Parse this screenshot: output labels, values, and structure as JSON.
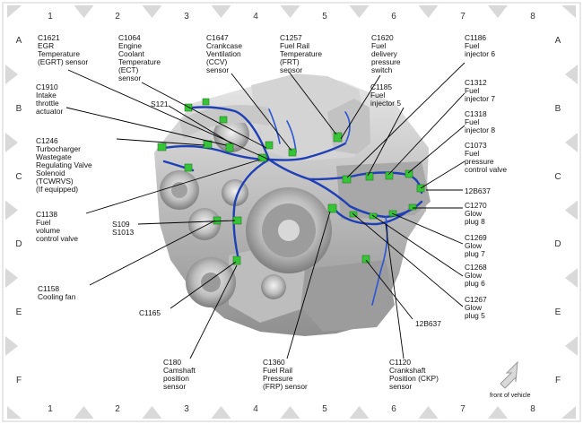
{
  "grid": {
    "columns": [
      "1",
      "2",
      "3",
      "4",
      "5",
      "6",
      "7",
      "8"
    ],
    "rows": [
      "A",
      "B",
      "C",
      "D",
      "E",
      "F"
    ]
  },
  "components": [
    {
      "id": "c1621",
      "lines": [
        "C1621",
        "EGR",
        "Temperature",
        "(EGRT) sensor"
      ]
    },
    {
      "id": "c1064",
      "lines": [
        "C1064",
        "Engine",
        "Coolant",
        "Temperature",
        "(ECT)",
        "sensor"
      ]
    },
    {
      "id": "c1647",
      "lines": [
        "C1647",
        "Crankcase",
        "Ventilation",
        "(CCV)",
        "sensor"
      ]
    },
    {
      "id": "c1257",
      "lines": [
        "C1257",
        "Fuel Rail",
        "Temperature",
        "(FRT)",
        "sensor"
      ]
    },
    {
      "id": "c1620",
      "lines": [
        "C1620",
        "Fuel",
        "delivery",
        "pressure",
        "switch"
      ]
    },
    {
      "id": "c1186",
      "lines": [
        "C1186",
        "Fuel",
        "injector 6"
      ]
    },
    {
      "id": "c1910",
      "lines": [
        "C1910",
        "Intake",
        "throttle",
        "actuator"
      ]
    },
    {
      "id": "s121",
      "lines": [
        "S121"
      ]
    },
    {
      "id": "c1185",
      "lines": [
        "C1185",
        "Fuel",
        "injector 5"
      ]
    },
    {
      "id": "c1312",
      "lines": [
        "C1312",
        "Fuel",
        "injector 7"
      ]
    },
    {
      "id": "c1318",
      "lines": [
        "C1318",
        "Fuel",
        "injector 8"
      ]
    },
    {
      "id": "c1246",
      "lines": [
        "C1246",
        "Turbocharger",
        "Wastegate",
        "Regulating Valve",
        "Solenoid",
        "(TCWRVS)",
        "(If equipped)"
      ]
    },
    {
      "id": "c1073",
      "lines": [
        "C1073",
        "Fuel",
        "pressure",
        "control valve"
      ]
    },
    {
      "id": "12b637a",
      "lines": [
        "12B637"
      ]
    },
    {
      "id": "c1270",
      "lines": [
        "C1270",
        "Glow",
        "plug 8"
      ]
    },
    {
      "id": "c1138",
      "lines": [
        "C1138",
        "Fuel",
        "volume",
        "control valve"
      ]
    },
    {
      "id": "s109",
      "lines": [
        "S109",
        "S1013"
      ]
    },
    {
      "id": "c1269",
      "lines": [
        "C1269",
        "Glow",
        "plug 7"
      ]
    },
    {
      "id": "c1268",
      "lines": [
        "C1268",
        "Glow",
        "plug 6"
      ]
    },
    {
      "id": "c1158",
      "lines": [
        "C1158",
        "Cooling fan"
      ]
    },
    {
      "id": "c1267",
      "lines": [
        "C1267",
        "Glow",
        "plug 5"
      ]
    },
    {
      "id": "c1165",
      "lines": [
        "C1165"
      ]
    },
    {
      "id": "12b637b",
      "lines": [
        "12B637"
      ]
    },
    {
      "id": "c180",
      "lines": [
        "C180",
        "Camshaft",
        "position",
        "sensor"
      ]
    },
    {
      "id": "c1360",
      "lines": [
        "C1360",
        "Fuel Rail",
        "Pressure",
        "(FRP) sensor"
      ]
    },
    {
      "id": "c1120",
      "lines": [
        "C1120",
        "Crankshaft",
        "Position (CKP)",
        "sensor"
      ]
    }
  ],
  "front_of_vehicle": "front of vehicle",
  "colors": {
    "harness": "#1f3fb5",
    "connector": "#38c438",
    "engine": "#b9b9b9"
  }
}
